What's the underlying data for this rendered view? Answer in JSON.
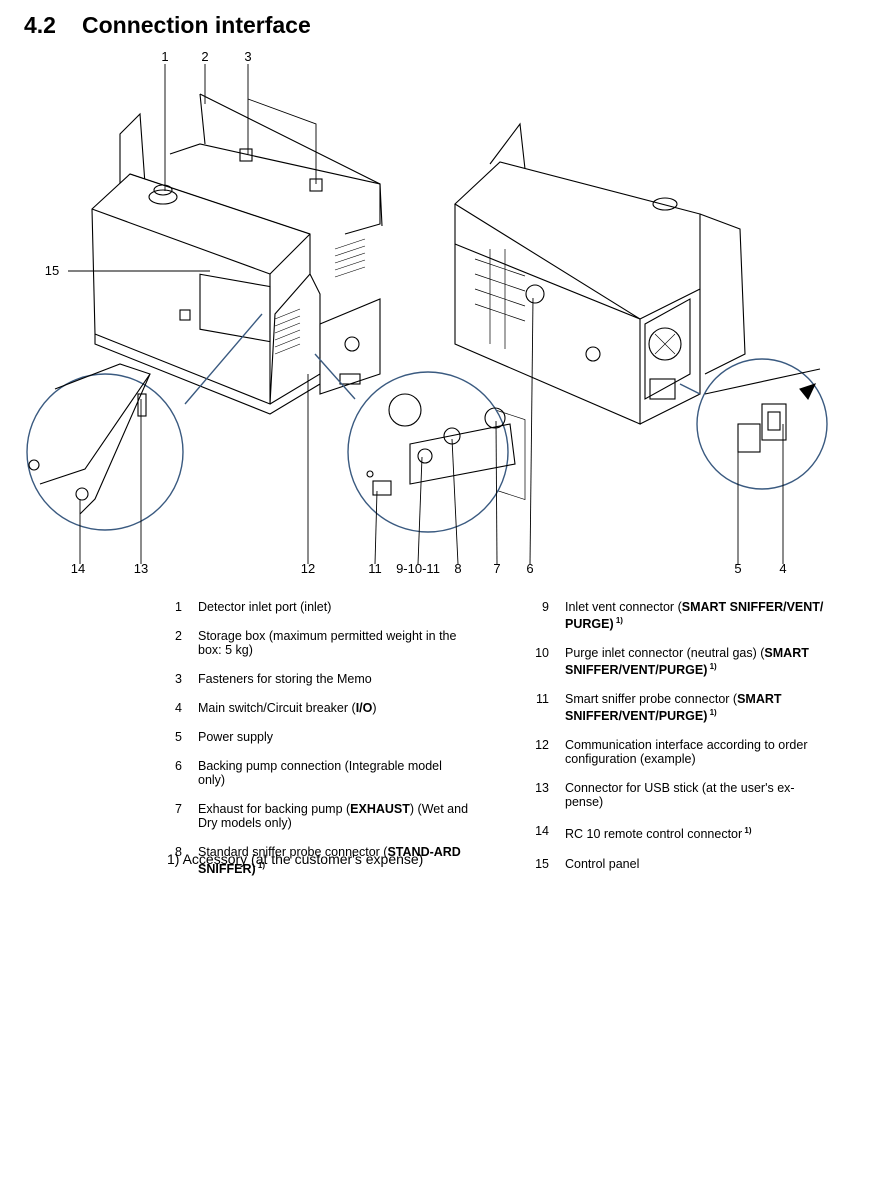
{
  "section": {
    "number": "4.2",
    "title": "Connection interface"
  },
  "figure": {
    "callouts": [
      "1",
      "2",
      "3",
      "15",
      "14",
      "13",
      "12",
      "11",
      "9-10-11",
      "8",
      "7",
      "6",
      "5",
      "4"
    ]
  },
  "legend": [
    {
      "num": "1",
      "parts": [
        {
          "text": "Detector inlet port (inlet)"
        }
      ]
    },
    {
      "num": "2",
      "parts": [
        {
          "text": "Storage box (maximum permitted weight in the box: 5 kg)"
        }
      ]
    },
    {
      "num": "3",
      "parts": [
        {
          "text": "Fasteners for storing the Memo"
        }
      ]
    },
    {
      "num": "4",
      "parts": [
        {
          "text": "Main switch/Circuit breaker ("
        },
        {
          "text": "I/O",
          "bold": true
        },
        {
          "text": ")"
        }
      ]
    },
    {
      "num": "5",
      "parts": [
        {
          "text": "Power supply"
        }
      ]
    },
    {
      "num": "6",
      "parts": [
        {
          "text": "Backing pump connection (Integrable model only)"
        }
      ]
    },
    {
      "num": "7",
      "parts": [
        {
          "text": "Exhaust for backing pump ("
        },
        {
          "text": "EXHAUST",
          "bold": true
        },
        {
          "text": ") (Wet and Dry models only)"
        }
      ]
    },
    {
      "num": "8",
      "parts": [
        {
          "text": "Standard sniffer probe connector ("
        },
        {
          "text": "STAND-ARD SNIFFER)",
          "bold": true
        },
        {
          "text": " 1)",
          "sup": true
        }
      ]
    },
    {
      "num": "9",
      "parts": [
        {
          "text": "Inlet vent connector ("
        },
        {
          "text": "SMART SNIFFER/VENT/ PURGE)",
          "bold": true
        },
        {
          "text": " 1)",
          "sup": true
        }
      ]
    },
    {
      "num": "10",
      "parts": [
        {
          "text": "Purge inlet connector (neutral gas) ("
        },
        {
          "text": "SMART SNIFFER/VENT/PURGE)",
          "bold": true
        },
        {
          "text": " 1)",
          "sup": true
        }
      ]
    },
    {
      "num": "11",
      "parts": [
        {
          "text": "Smart sniffer probe connector ("
        },
        {
          "text": "SMART SNIFFER/VENT/PURGE)",
          "bold": true
        },
        {
          "text": " 1)",
          "sup": true
        }
      ]
    },
    {
      "num": "12",
      "parts": [
        {
          "text": "Communication interface according to order configuration (example)"
        }
      ]
    },
    {
      "num": "13",
      "parts": [
        {
          "text": "Connector for USB stick (at the user's ex-pense)"
        }
      ]
    },
    {
      "num": "14",
      "parts": [
        {
          "text": "RC 10 remote control connector"
        },
        {
          "text": " 1)",
          "sup": true
        }
      ]
    },
    {
      "num": "15",
      "parts": [
        {
          "text": "Control panel"
        }
      ]
    }
  ],
  "footnote": "1) Accessory (at the customer's expense)"
}
